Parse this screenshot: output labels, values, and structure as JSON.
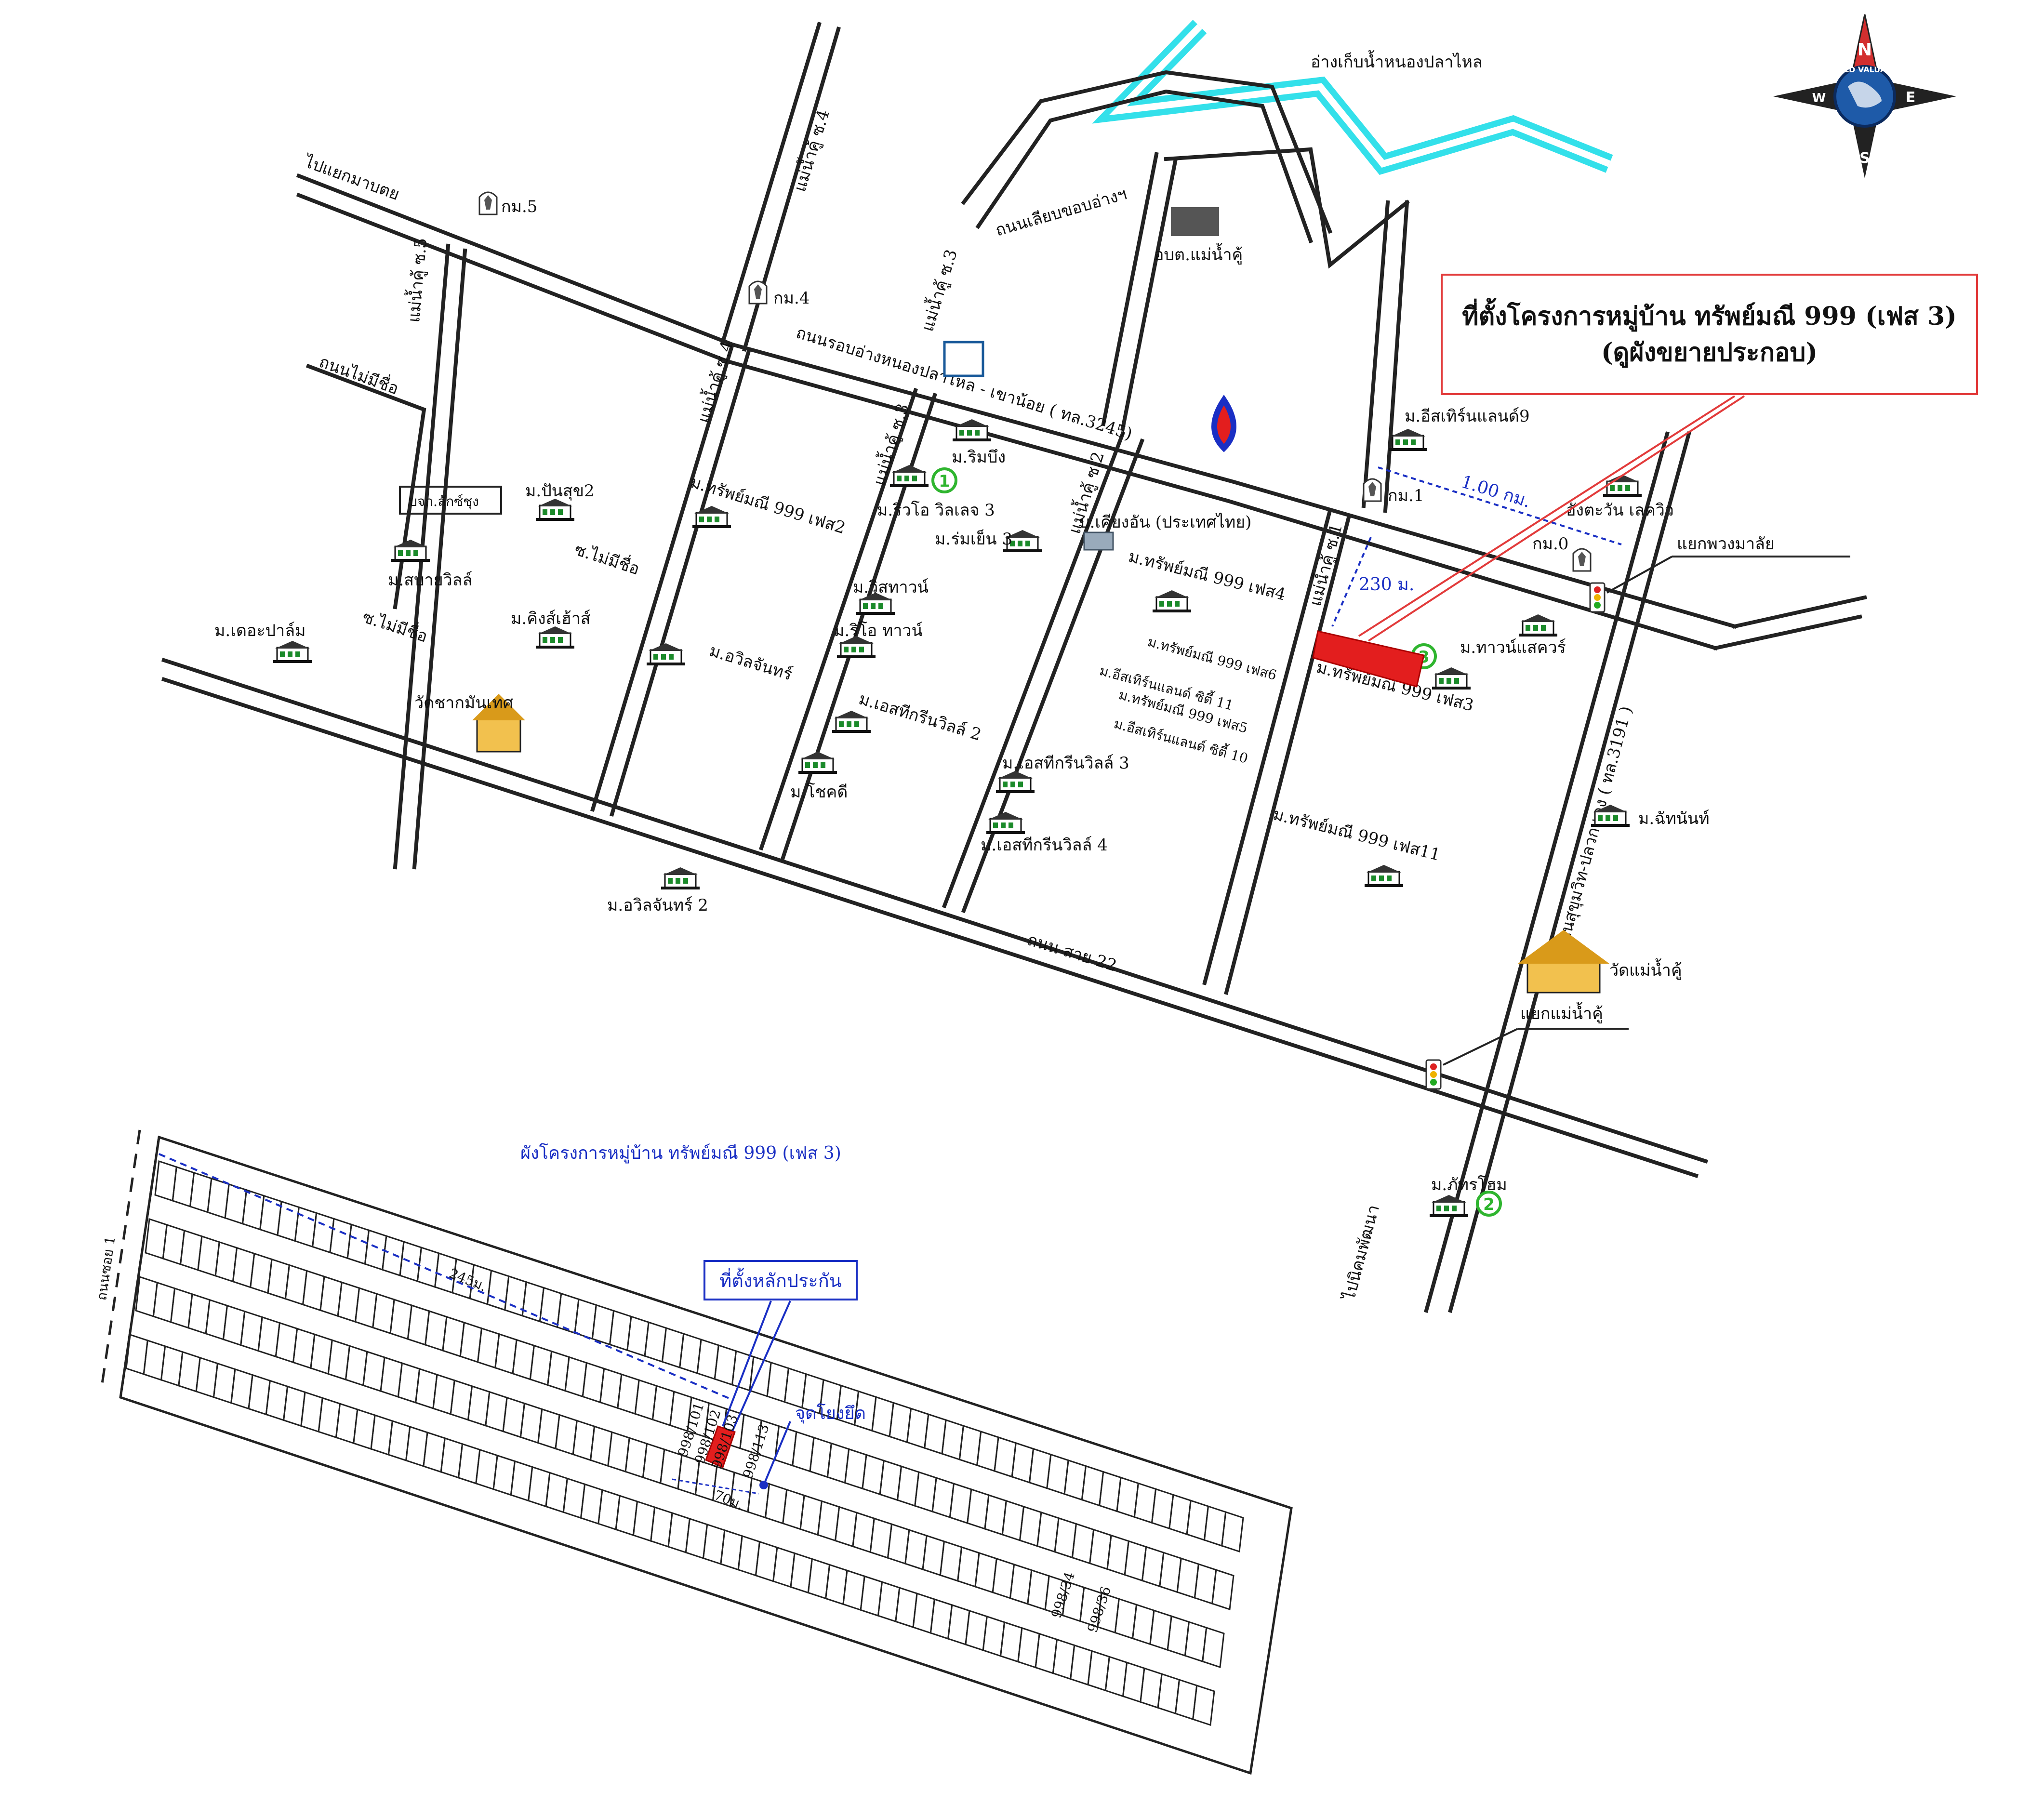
{
  "reservoir": "อ่างเก็บน้ำหนองปลาไหล",
  "callout": {
    "line1": "ที่ตั้งโครงการหมู่บ้าน ทรัพย์มณี 999 (เฟส 3)",
    "line2": "(ดูผังขยายประกอบ)"
  },
  "roads": {
    "to_manbdai": "ไปแยกมาบตย",
    "reservoir_road": "ถนนรอบอ่างหนองปลาไหล - เขาน้อย ( ทล.3245)",
    "reservoir_edge": "ถนนเลียบขอบอ่างฯ",
    "sai22": "ถนน สาย 22",
    "sukhumvit": "ถนนสุขุมวิท-ปลวกแดง ( ทล.3191 )",
    "to_nikhom": "ไปนิคมพัฒนา",
    "mainamkhu4": "แม่น้ำคู้ ซ.4",
    "mainamkhu3": "แม่น้ำคู้ ซ.3",
    "mainamkhu5": "แม่น้ำคู้ ซ.5",
    "mainamkhu4b": "แม่น้ำคู้ ซ.4",
    "mainamkhu3b": "แม่น้ำคู้ ซ.3",
    "mainamkhu2": "แม่น้ำคู้ ซ.2",
    "mainamkhu1": "แม่น้ำคู้ ซ.1",
    "maiphai_road": "ถนนไม่มีชื่อ",
    "soi_maimichue1": "ซ.ไม่มีชื่อ",
    "soi_maimichue2": "ซ.ไม่มีชื่อ"
  },
  "km": {
    "km5": "กม.5",
    "km4": "กม.4",
    "km1": "กม.1",
    "km0": "กม.0"
  },
  "places": {
    "obt": "อบต.แม่น้ำคู้",
    "kiang_an": "บ.เคียงอัน (ประเทศไทย)",
    "bokor": "บจก.ลักซ์ชุง",
    "wat_chak": "วัดชากมันเทศ",
    "wat_mainamkhu": "วัดแม่น้ำคู้",
    "yaek_phuang": "แยกพวงมาลัย",
    "yaek_mainamkhu": "แยกแม่น้ำคู้"
  },
  "villages": {
    "rimbueng": "ม.ริมบึง",
    "riwo3": "ม.ริวโอ วิลเลจ 3",
    "romyen3": "ม.ร่มเย็น 3",
    "sap999_2": "ม.ทรัพย์มณี 999 เฟส2",
    "punsuk2": "ม.ปันสุข2",
    "sabai": "ม.สบายวิลล์",
    "kings": "ม.คิงส์เฮ้าส์",
    "dapalm": "ม.เดอะปาล์ม",
    "wisatawan": "ม.วิสทาวน์",
    "riwotown": "ม.ริโอ ทาวน์",
    "awil": "ม.อวิลจันทร์",
    "estg2": "ม.เอสทีกรีนวิลล์ 2",
    "chokdee": "ม.โชคดี",
    "estg3": "ม.เอสทีกรีนวิลล์ 3",
    "estg4": "ม.เอสทีกรีนวิลล์ 4",
    "awil2": "ม.อวิลจันทร์ 2",
    "sap4": "ม.ทรัพย์มณี 999 เฟส4",
    "sap6": "ม.ทรัพย์มณี 999 เฟส6",
    "east11": "ม.อีสเทิร์นแลนด์ ซิตี้ 11",
    "sap5": "ม.ทรัพย์มณี 999 เฟส5",
    "east10": "ม.อีสเทิร์นแลนด์ ซิตี้ 10",
    "sap3": "ม.ทรัพย์มณี 999 เฟส3",
    "sap11": "ม.ทรัพย์มณี 999 เฟส11",
    "east9": "ม.อีสเทิร์นแลนด์9",
    "angtawan": "อังตะวัน เลควิว",
    "townsquare": "ม.ทาวน์แสควร์",
    "chanan": "ม.ฉัทนันท์",
    "phatra": "ม.ภัทรโฮม"
  },
  "markers": {
    "m1": "1",
    "m2": "2",
    "m3": "3"
  },
  "distances": {
    "d1": "1.00 กม.",
    "d230": "230 ม."
  },
  "compass": {
    "n": "N",
    "s": "S",
    "e": "E",
    "w": "W",
    "ring": "WORLD VALUATION"
  },
  "layout_plan": {
    "title": "ผังโครงการหมู่บ้าน ทรัพย์มณี 999 (เฟส 3)",
    "road_label": "ถนนซอย 1",
    "length": "245ม.",
    "width": "70ม.",
    "collateral": "ที่ตั้งหลักประกัน",
    "anchor": "จุดโยงยึด",
    "plots": [
      "998/101",
      "998/102",
      "998/103",
      "998/113",
      "998/34",
      "998/36"
    ]
  },
  "colors": {
    "water": "#33e0ea",
    "highlight": "#e31e1e",
    "accent_blue": "#1a2fc4",
    "marker": "#2fb52f"
  }
}
